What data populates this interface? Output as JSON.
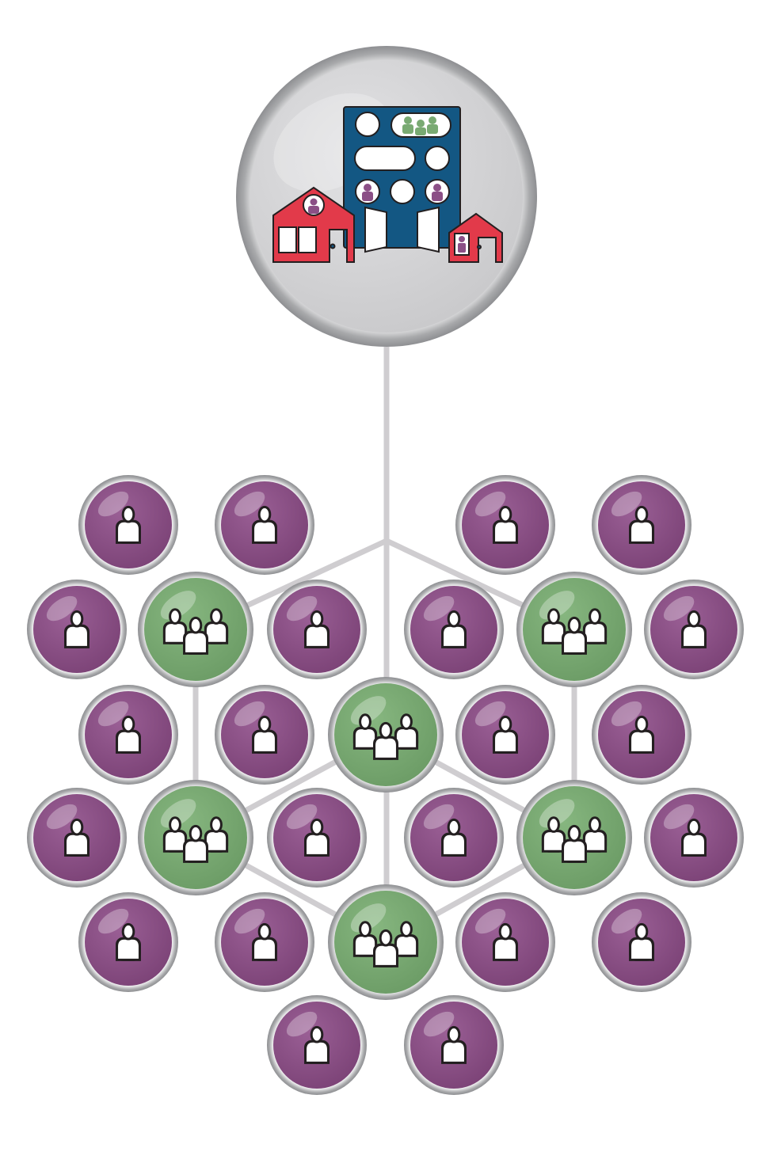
{
  "diagram": {
    "root": {
      "kind": "community-hub",
      "icon": "buildings-with-people-icon"
    },
    "group_count": 6,
    "individual_count": 22,
    "colors": {
      "connector": "#cfcdd0",
      "individual": "#8b4f86",
      "group": "#79aa72",
      "hub_bg": "#d4d4d6",
      "ring": "#a8a9ab",
      "building": "#135783",
      "house": "#e23a4a",
      "figure_outline": "#231f20"
    }
  }
}
